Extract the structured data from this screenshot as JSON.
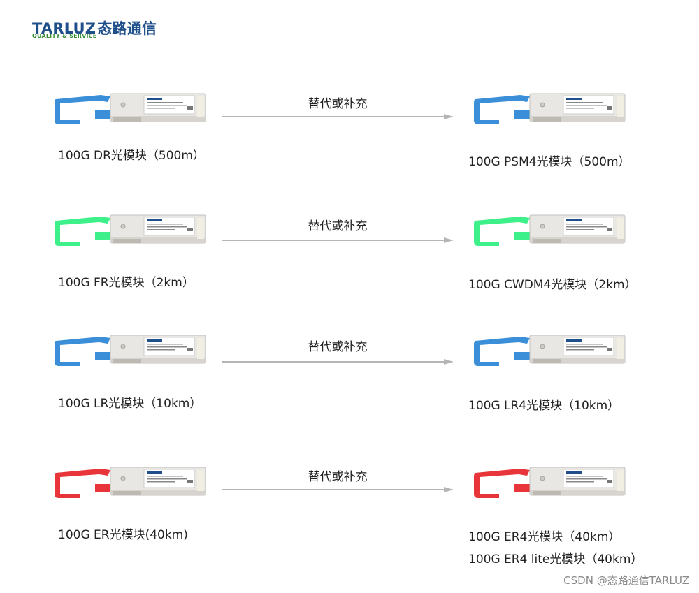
{
  "logo": {
    "brand": "TARLUZ",
    "brand_cn": "态路通信",
    "tagline": "QUALITY & SERVICE"
  },
  "relation_text": "替代或补充",
  "colors": {
    "blue": "#3b8ed8",
    "green": "#3ef08a",
    "red": "#e8353a",
    "arrow": "#b5b5b5",
    "logo": "#1f4f8b",
    "logo_tag": "#3a8f3a"
  },
  "rows": [
    {
      "left": {
        "label": "100G DR光模块（500m）",
        "latch_color": "blue"
      },
      "right": {
        "labels": [
          "100G PSM4光模块（500m）"
        ],
        "latch_color": "blue"
      }
    },
    {
      "left": {
        "label": "100G FR光模块（2km）",
        "latch_color": "green"
      },
      "right": {
        "labels": [
          "100G CWDM4光模块（2km）"
        ],
        "latch_color": "green"
      }
    },
    {
      "left": {
        "label": "100G LR光模块（10km）",
        "latch_color": "blue"
      },
      "right": {
        "labels": [
          "100G LR4光模块（10km）"
        ],
        "latch_color": "blue"
      }
    },
    {
      "left": {
        "label": "100G ER光模块(40km)",
        "latch_color": "red"
      },
      "right": {
        "labels": [
          "100G ER4光模块（40km）",
          "100G ER4 lite光模块（40km）"
        ],
        "latch_color": "red"
      }
    }
  ],
  "watermark": "CSDN @态路通信TARLUZ"
}
